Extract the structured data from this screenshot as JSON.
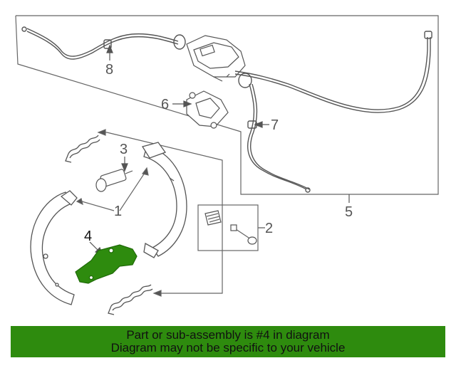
{
  "diagram": {
    "callouts": [
      {
        "id": "1",
        "label": "1"
      },
      {
        "id": "2",
        "label": "2"
      },
      {
        "id": "3",
        "label": "3"
      },
      {
        "id": "4",
        "label": "4",
        "highlighted": true
      },
      {
        "id": "5",
        "label": "5"
      },
      {
        "id": "6",
        "label": "6"
      },
      {
        "id": "7",
        "label": "7"
      },
      {
        "id": "8",
        "label": "8"
      }
    ],
    "highlighted_part": "4"
  },
  "banner": {
    "line1": "Part or sub-assembly is #4 in diagram",
    "line2": "Diagram may not be specific to your vehicle"
  },
  "colors": {
    "line": "#555555",
    "highlight": "#2e8b0e",
    "banner_bg": "#2e8b0e"
  }
}
